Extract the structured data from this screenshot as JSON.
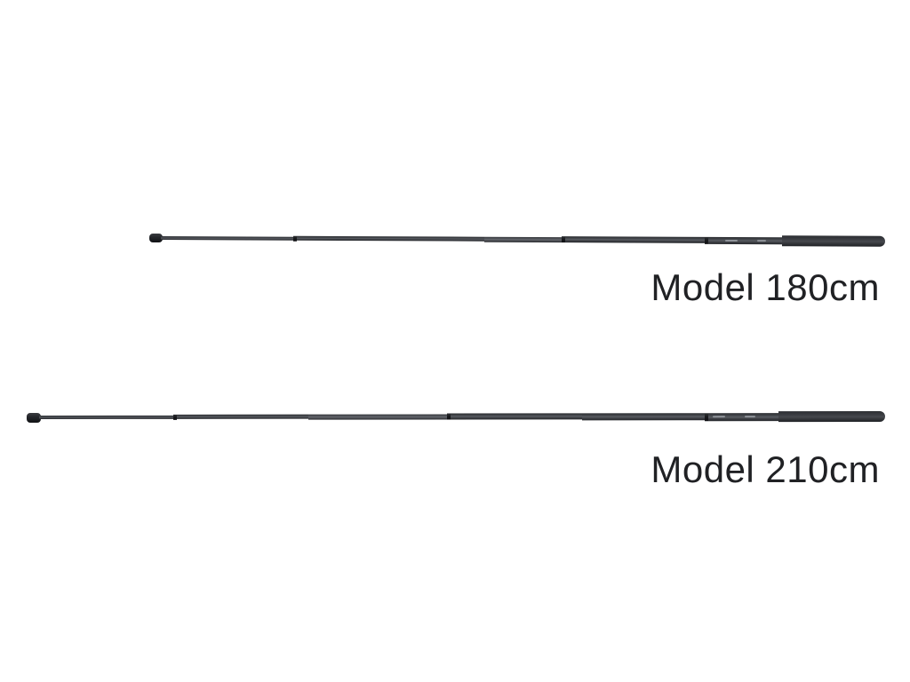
{
  "page": {
    "background": "#ffffff",
    "description": "Two telescopic rod handles product comparison"
  },
  "products": [
    {
      "label": "Model 180cm"
    },
    {
      "label": "Model 210cm"
    }
  ],
  "colors": {
    "label_text": "#202124",
    "shaft_dark": "#25272b",
    "shaft_highlight": "#5a5d63",
    "handle": "#3d3f44",
    "tip_cap": "#232529",
    "collar": "#17181b"
  }
}
